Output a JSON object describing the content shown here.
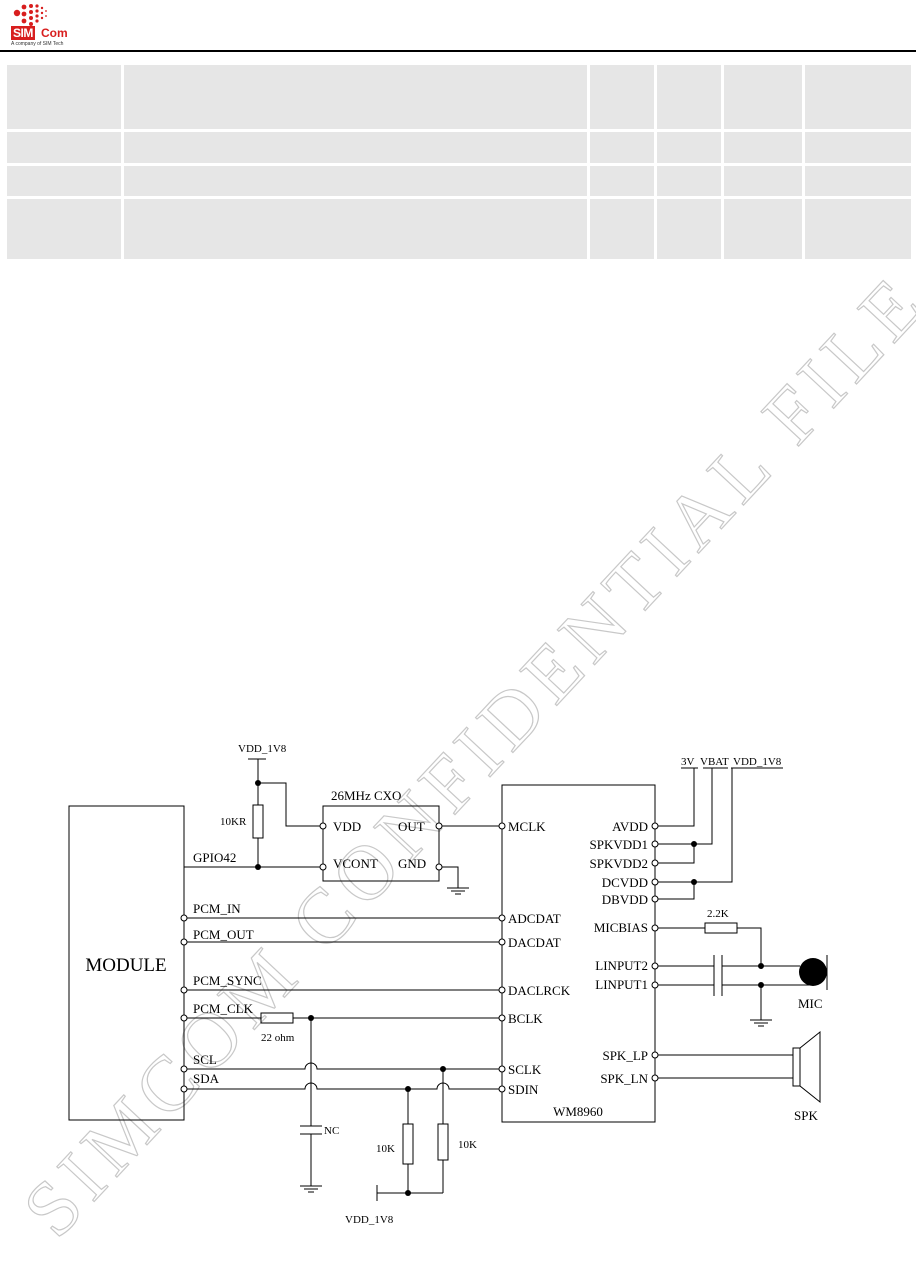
{
  "header": {
    "logo_sim": "SIM",
    "logo_com": "Com",
    "logo_tagline": "A company of SIM Tech",
    "brand_color": "#d81e1e"
  },
  "table": {
    "rows": [
      [
        "",
        "",
        "",
        "",
        "",
        ""
      ],
      [
        "",
        "",
        "",
        "",
        "",
        ""
      ],
      [
        "",
        "",
        "",
        "",
        "",
        ""
      ],
      [
        "",
        "",
        "",
        "",
        "",
        ""
      ]
    ]
  },
  "schematic": {
    "module_label": "MODULE",
    "codec_label": "WM8960",
    "cxo_label": "26MHz CXO",
    "cxo_pins": {
      "vdd": "VDD",
      "out": "OUT",
      "vcont": "VCONT",
      "gnd": "GND"
    },
    "vdd_top": "VDD_1V8",
    "vdd_bottom": "VDD_1V8",
    "r_pullup": "10KR",
    "gpio": "GPIO42",
    "module_pins": [
      "PCM_IN",
      "PCM_OUT",
      "PCM_SYNC",
      "PCM_CLK",
      "SCL",
      "SDA"
    ],
    "r_series": "22 ohm",
    "cap_nc": "NC",
    "r_i2c_1": "10K",
    "r_i2c_2": "10K",
    "codec_left_pins": [
      "MCLK",
      "ADCDAT",
      "DACDAT",
      "DACLRCK",
      "BCLK",
      "SCLK",
      "SDIN"
    ],
    "codec_right_pins": [
      "AVDD",
      "SPKVDD1",
      "SPKVDD2",
      "DCVDD",
      "DBVDD",
      "MICBIAS",
      "LINPUT2",
      "LINPUT1",
      "SPK_LP",
      "SPK_LN"
    ],
    "supplies": {
      "v3": "3V",
      "vbat": "VBAT",
      "v18": "VDD_1V8"
    },
    "r_bias": "2.2K",
    "mic_label": "MIC",
    "spk_label": "SPK"
  },
  "watermark": "SIMCOM CONFIDENTIAL FILE"
}
